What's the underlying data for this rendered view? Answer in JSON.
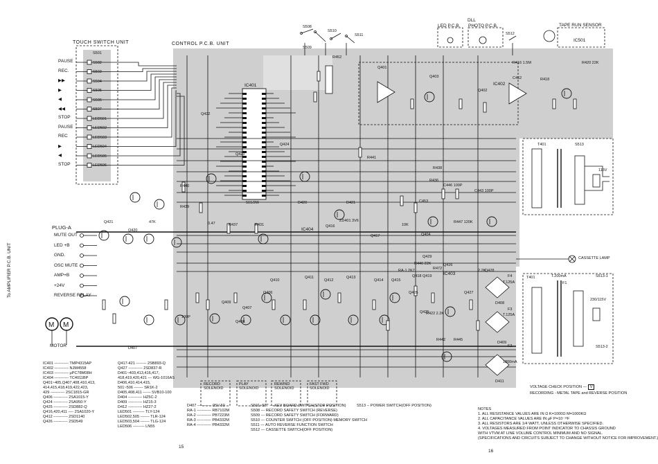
{
  "units": {
    "touch_switch": "TOUCH SWITCH UNIT",
    "control_pcb": "CONTROL P.C.B. UNIT",
    "dll": "DLL",
    "led_pcb": "LED P.C.B.",
    "photo_pcb": "PHOTO P.C.B.",
    "tape_run_sensor": "TAPE RUN SENSOR",
    "to_amplifier": "To AMPLIFIER P.C.B. UNIT",
    "plug_a": "PLUG-A"
  },
  "touch_switch_labels": [
    "PAUSE",
    "REC.",
    "▶▶",
    "▶",
    "◀",
    "◀◀",
    "STOP",
    "PAUSE",
    "REC",
    "▶",
    "◀",
    "STOP"
  ],
  "touch_switch_parts": [
    "S501",
    "S502",
    "S503",
    "S504",
    "S505",
    "S506",
    "S507",
    "LED501",
    "LED502",
    "LED503",
    "LED504",
    "LED505",
    "LED506"
  ],
  "plug_pins": [
    "MUTE OUT",
    "LED +B",
    "GND.",
    "OSC MUTE",
    "AMP+B",
    "+24V",
    "REVERSE RELAY"
  ],
  "motor_label": "MOTOR",
  "switch_labels": [
    "S508",
    "S509",
    "S510",
    "S511",
    "S512",
    "S513",
    "S513-1",
    "S513-2"
  ],
  "ic_labels": [
    "IC401",
    "IC402",
    "IC403",
    "IC404",
    "IC501"
  ],
  "transformer_labels": [
    "T401",
    "T401"
  ],
  "mains_labels": [
    "115V",
    "230/115V"
  ],
  "cassette_lamp": "CASSETTE LAMP",
  "fuse_labels": [
    "F1",
    "T.200mA",
    "F2",
    "1800mA",
    "F3",
    "T.125A",
    "F4",
    "T.125A"
  ],
  "component_labels": [
    "R420 22K",
    "R416 1.5M",
    "C452",
    "R418",
    "R440",
    "R439",
    "R437",
    "R431",
    "R452",
    "R436",
    "R438",
    "C446 100P",
    "C443 100P",
    "C453",
    "R447 120K",
    "R446 22K",
    "R472",
    "R422 2.2K",
    "R442",
    "R445",
    "R441",
    "D420",
    "D421",
    "D407",
    "D408",
    "D409",
    "D411",
    "Q401",
    "Q402",
    "Q403",
    "Q404",
    "Q405",
    "Q406",
    "Q407",
    "Q408",
    "Q409",
    "Q410",
    "Q411",
    "Q412",
    "Q413",
    "Q414",
    "Q415",
    "Q416",
    "Q417",
    "Q418",
    "Q419",
    "Q420",
    "Q421",
    "Q422",
    "Q423",
    "Q424",
    "Q425",
    "Q426",
    "Q427",
    "Q428",
    "Q429",
    "RA-1 2K7",
    "ZD401 3V6",
    "561/2W",
    "0.47",
    "47K",
    "10K",
    "2.2K",
    "100P"
  ],
  "solenoids": [
    "RECORD SOLENOID",
    "PLAY SOLENOID",
    "REWIND SOLENOID",
    "FAST FWD SOLENOID"
  ],
  "parts_list_left": [
    "IC401 ----------- TMP4315AP",
    "IC402 ----------- NJM4558",
    "IC403 ----------- μPC78M08H",
    "IC404 ----------- TC4011BP",
    "Q401~405,Q407,408,410,413,",
    "414,415,418,419,422,423,",
    "429 ----------- 2SC1815-GR",
    "Q406 ----------- 2SA1015-Y",
    "Q424 ----------- 2SA950-Y",
    "Q425 ----------- 2SD882-Q",
    "Q416,420,411 ---- 2SA1020-Y",
    "Q412 ----------- 2SD1140",
    "Q426 ----------- 2SD549"
  ],
  "parts_list_mid": [
    "Q417-421 -------- 2SB893-Q",
    "Q427 ----------- 2SD837-R",
    "D401~403,413,416,417,",
    "418,419,420,421 --- WG-1016AS",
    "D406,410,414,415,",
    "501~506 ------- SR1K-2",
    "D405,408,411 ------ SVB10-100",
    "D404 ----------- HZ5C-2",
    "D409 ----------- HZ15-3",
    "D412 ----------- HZ27-2",
    "LED501 --------- TLY-124",
    "LED502,505 ------- TLR-124",
    "LED503,504 ------- TLG-124",
    "LED506 --------- LN55"
  ],
  "parts_list_mid2": [
    "D407 ----------- 05V-50",
    "RA-1 ----------- RB7102M",
    "RA-2 ----------- PB7223M",
    "RA-3 ----------- PB4332M",
    "RA-4 ----------- PB4332M"
  ],
  "switch_list": [
    "S501~507 --- KEY BOARD SWITCH(STOP POSITION)",
    "S508 --- RECORD SAFETY SWITCH (REVERSE)",
    "S509 --- RECORD SAFETY SWITCH (FORWARD)",
    "S510 --- COUNTER SWITCH (OFF POSITION) MEMORY SWITCH",
    "S511 --- AUTO REVERSE FUNCTION SWITCH",
    "S512 --- CASSETTE SWITCH(OFF POSITION)"
  ],
  "s513_note": "S513 -- POWER SWITCH(OFF POSITION)",
  "voltage_legend": {
    "check": "VOLTAGE CHECK POSITION --- ",
    "recording": "RECORDING - METAL TAPE and REVERSE POSITION",
    "box": "V"
  },
  "notes": [
    "NOTES",
    "1. ALL RESISTANCE VALUES ARE IN Ω   K=1000Ω M=1000KΩ",
    "2. ALL CAPACITANCE VALUES ARE IN μF   P=10⁻¹²F",
    "3. ALL RESISTORS ARE 1/4 WATT, UNLESS OTHERWISE SPECIFIED.",
    "4. VOLTAGES MEASURED FROM POINT INDICATOR TO CHASSIS GROUND",
    "   WITH VTVM AT LINE VOLUME CONTROL MINIMUM AND NO SIGNAL.",
    "(SPECIFICATIONS AND CIRCUITS SUBJECT TO CHANGE WITHOUT NOTICE FOR IMPROVEMENT.)"
  ],
  "page_numbers": [
    "15",
    "16"
  ]
}
